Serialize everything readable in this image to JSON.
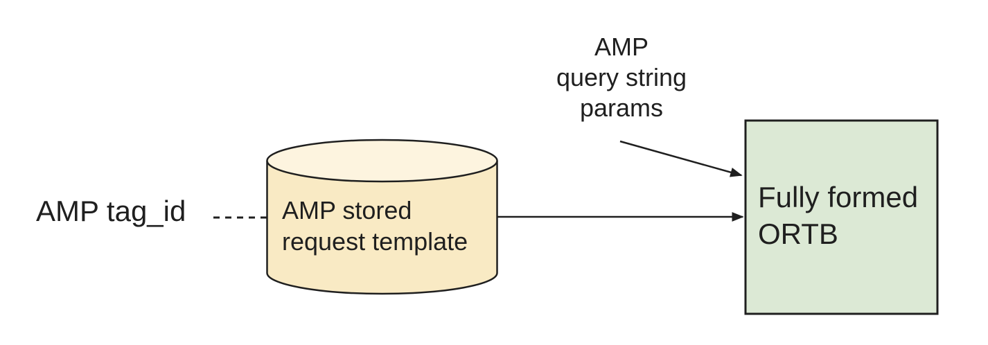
{
  "diagram": {
    "nodes": {
      "amp_tag_id": {
        "type": "text",
        "label": "AMP tag_id"
      },
      "query_params": {
        "type": "text",
        "label": "AMP\nquery string\nparams"
      },
      "stored_request_db": {
        "type": "cylinder",
        "label": "AMP stored\nrequest template",
        "fill": "#f9eac4",
        "fill_top": "#fdf4df"
      },
      "ortb_box": {
        "type": "rectangle",
        "label": "Fully formed\nORTB",
        "fill": "#dce9d5"
      }
    },
    "connectors": [
      {
        "from": "AMP tag_id",
        "to": "AMP stored request template",
        "style": "dashed",
        "arrowhead": false
      },
      {
        "from": "AMP stored request template",
        "to": "Fully formed ORTB",
        "style": "solid",
        "arrowhead": true
      },
      {
        "from": "AMP query string params",
        "to": "Fully formed ORTB",
        "style": "solid",
        "arrowhead": true
      }
    ],
    "colors": {
      "background": "#ffffff",
      "stroke": "#1f1f1f",
      "text": "#1f1f1f"
    }
  }
}
